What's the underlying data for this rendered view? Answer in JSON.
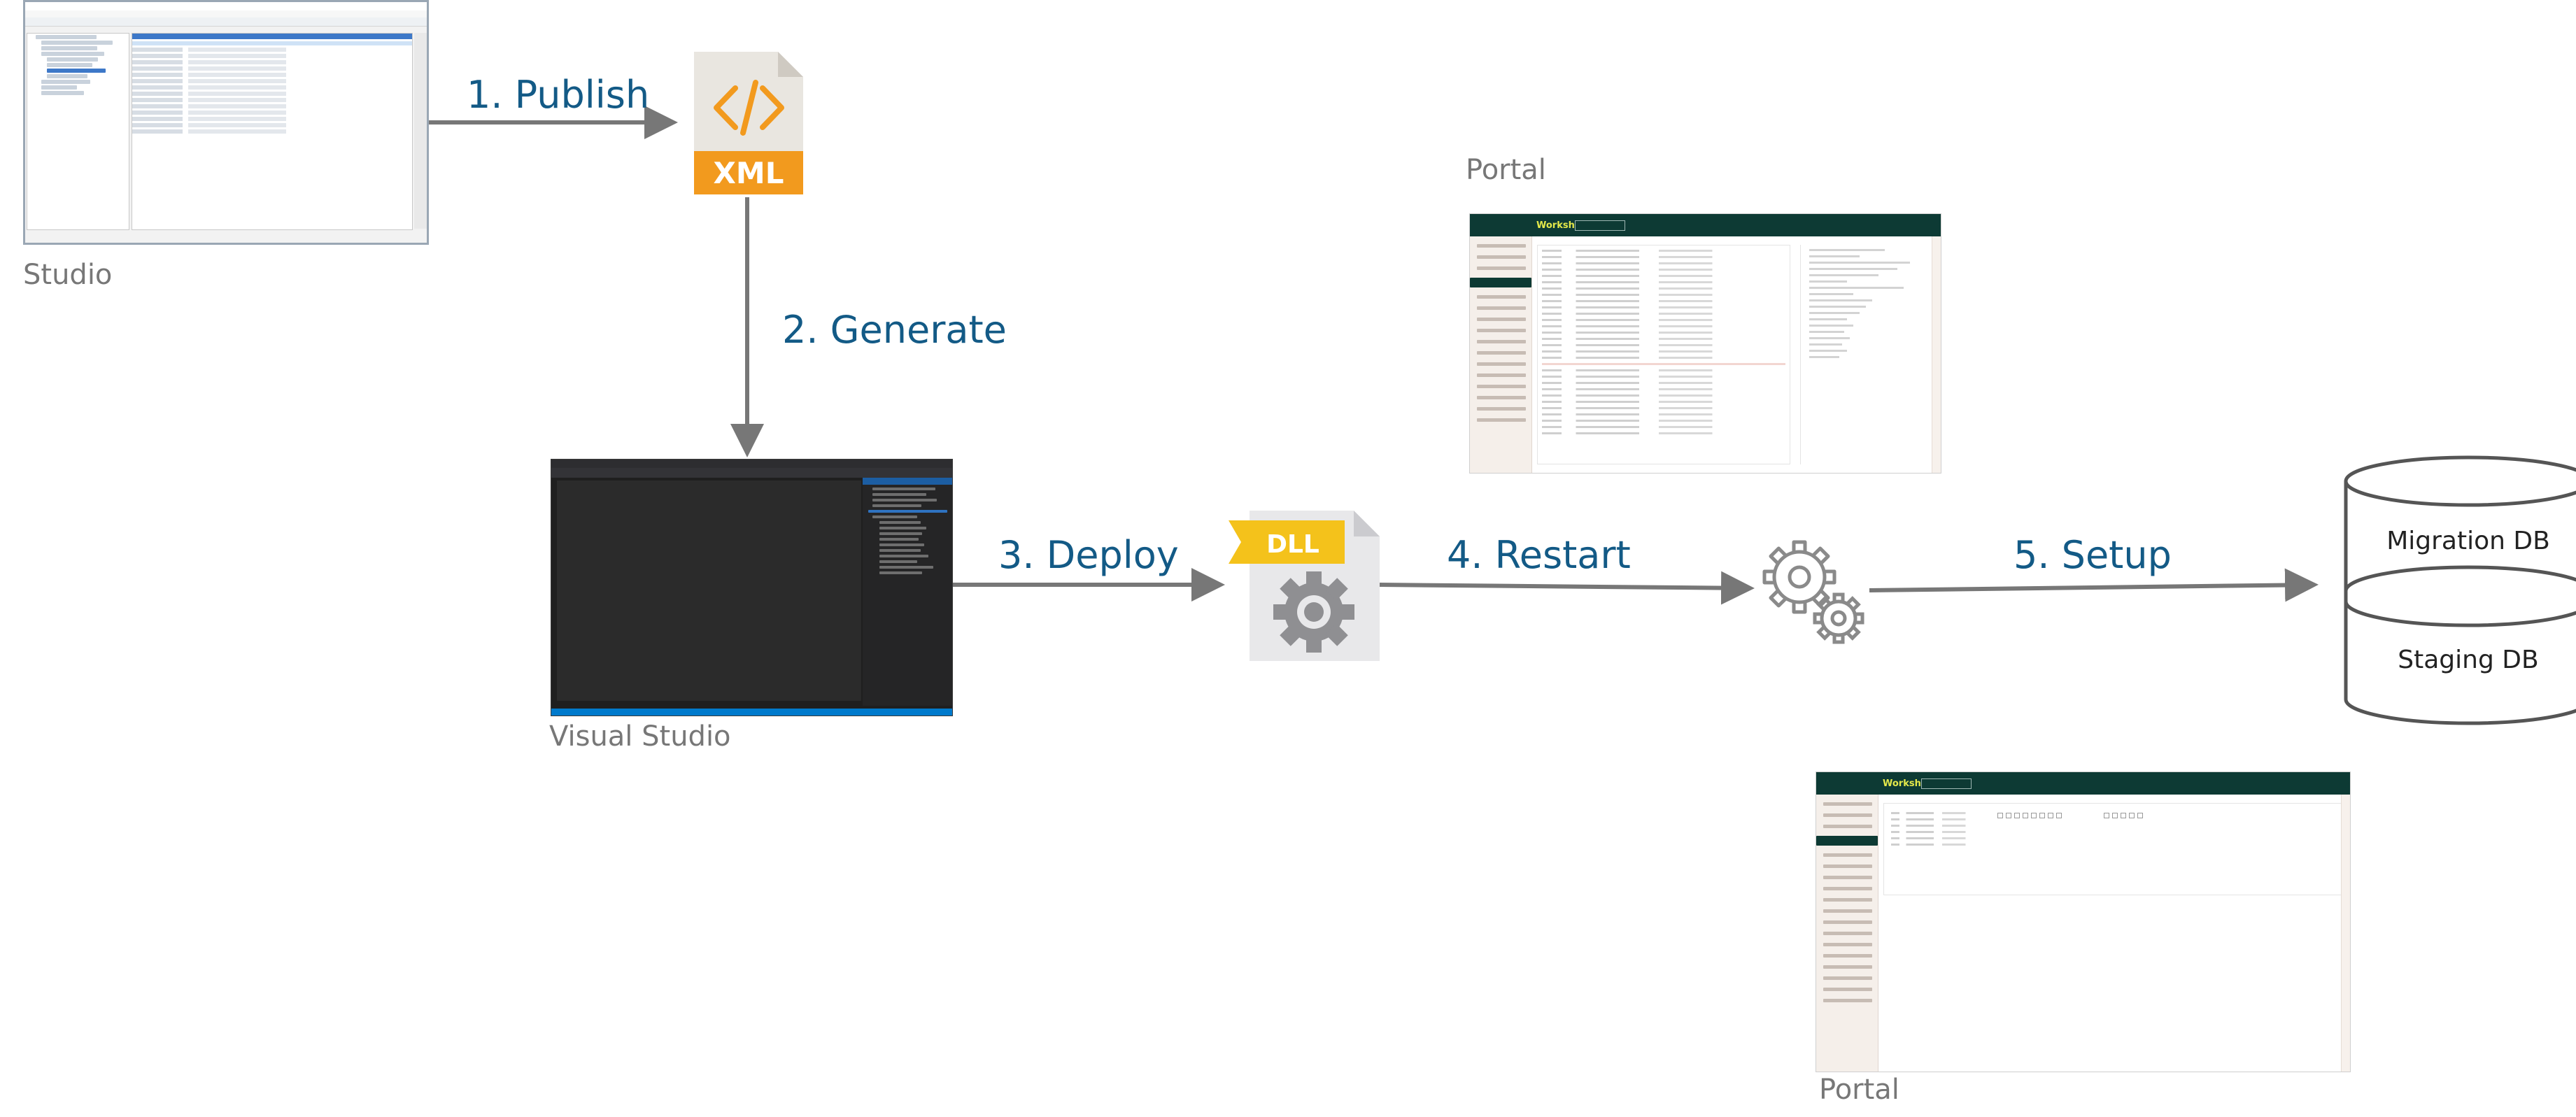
{
  "steps": {
    "publish": "1. Publish",
    "generate": "2. Generate",
    "deploy": "3. Deploy",
    "restart": "4. Restart",
    "setup": "5. Setup"
  },
  "captions": {
    "studio": "Studio",
    "visual_studio": "Visual Studio",
    "portal_top": "Portal",
    "portal_bottom": "Portal"
  },
  "files": {
    "xml_badge": "XML",
    "dll_badge": "DLL"
  },
  "databases": {
    "migration": "Migration DB",
    "staging": "Staging DB"
  },
  "portal": {
    "brand": "Workshop"
  },
  "colors": {
    "step_text": "#135a86",
    "arrow": "#777777",
    "xml_orange": "#f29a1e",
    "dll_gold": "#f4c21b",
    "portal_header": "#0d3a34",
    "vs_status": "#007acc"
  }
}
